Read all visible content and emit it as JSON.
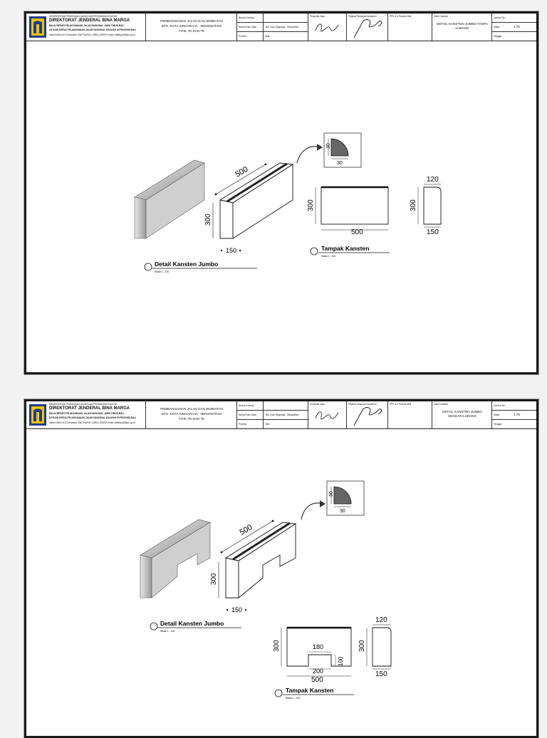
{
  "sheets": [
    {
      "title_block": {
        "ministry": "KEMENTERIAN PEKERJAAN UMUM DAN PERUMAHAN RAKYAT",
        "directorate": "DIREKTORAT JENDERAL BINA MARGA",
        "office": "BALAI BESAR PELAKSANAAN JALAN NASIONAL JAWA TIMUR-BALI",
        "unit": "SATUAN KERJA PELAKSANAAN JALAN NASIONAL WILAYAH III PROVINSI BALI",
        "address": "Jalan Kediri No.4 Denpasar, Bali   Telp/Fax. (0361) 225697   email: satkerpjn3@pu.go.id",
        "project_line1": "PEMBANGUNAN JALAN DAN JEMBATAN",
        "project_line2": "BTS. KOTA SINGARAJA - MENGWITANI",
        "project_line3": "TITIK 7D DAN 7E",
        "col_labels": [
          "Nomor Kontrak",
          "Nama Ruas Jalan",
          "Provinsi"
        ],
        "col_values": [
          "",
          "Bts. Kota Singaraja - Mengwitani",
          "Bali"
        ],
        "sign_labels": [
          "Penyedia Jasa",
          "Pejabat Pembuat Komitmen",
          "PPK 3.4 Provinsi Bali"
        ],
        "drawing_title_label": "Judul Gambar",
        "drawing_title": "DETAIL KANSTEN JUMBO TANPA LUBANG",
        "sheet_labels": [
          "Lembar No.",
          "Skala",
          "Tanggal"
        ],
        "scale_value": "1:75"
      },
      "labels": {
        "dim_500_iso": "500",
        "dim_300_iso": "300",
        "dim_150_iso": "150",
        "dim_30_v": "30",
        "dim_30_h": "30",
        "dim_300_front": "300",
        "dim_500_front": "500",
        "dim_120_side": "120",
        "dim_300_side": "300",
        "dim_150_side": "150",
        "caption_detail": "Detail Kansten Jumbo",
        "caption_detail_scale": "Skala 1 : 100",
        "caption_view": "Tampak Kansten",
        "caption_view_scale": "Skala 1 : 100"
      }
    },
    {
      "title_block": {
        "ministry": "KEMENTERIAN PEKERJAAN UMUM DAN PERUMAHAN RAKYAT",
        "directorate": "DIREKTORAT JENDERAL BINA MARGA",
        "office": "BALAI BESAR PELAKSANAAN JALAN NASIONAL JAWA TIMUR-BALI",
        "unit": "SATUAN KERJA PELAKSANAAN JALAN NASIONAL WILAYAH III PROVINSI BALI",
        "address": "Jalan Kediri No.4 Denpasar, Bali   Telp/Fax. (0361) 225697   email: satkerpjn3@pu.go.id",
        "project_line1": "PEMBANGUNAN JALAN DAN JEMBATAN",
        "project_line2": "BTS. KOTA SINGARAJA - MENGWITANI",
        "project_line3": "TITIK 7D DAN 7E",
        "col_labels": [
          "Nomor Kontrak",
          "Nama Ruas Jalan",
          "Provinsi"
        ],
        "col_values": [
          "",
          "Bts. Kota Singaraja - Mengwitani",
          "Bali"
        ],
        "sign_labels": [
          "Penyedia Jasa",
          "Pejabat Pembuat Komitmen",
          "PPK 3.4 Provinsi Bali"
        ],
        "drawing_title_label": "Judul Gambar",
        "drawing_title": "DETAIL KANSTEN JUMBO DENGAN LUBANG",
        "sheet_labels": [
          "Lembar No.",
          "Skala",
          "Tanggal"
        ],
        "scale_value": "1:75"
      },
      "labels": {
        "dim_500_iso": "500",
        "dim_300_iso": "300",
        "dim_150_iso": "150",
        "dim_30_v": "30",
        "dim_30_h": "30",
        "dim_300_front": "300",
        "dim_180": "180",
        "dim_200": "200",
        "dim_100": "100",
        "dim_500_front": "500",
        "dim_120_side": "120",
        "dim_300_side": "300",
        "dim_150_side": "150",
        "caption_detail": "Detail Kansten Jumbo",
        "caption_detail_scale": "Skala 1 : 100",
        "caption_view": "Tampak Kansten",
        "caption_view_scale": "Skala 1 : 100"
      }
    }
  ],
  "colors": {
    "ink": "#111111",
    "logo_blue": "#1d3d8f",
    "logo_yellow": "#f2c200",
    "gray_fill": "#d9d9d9"
  }
}
